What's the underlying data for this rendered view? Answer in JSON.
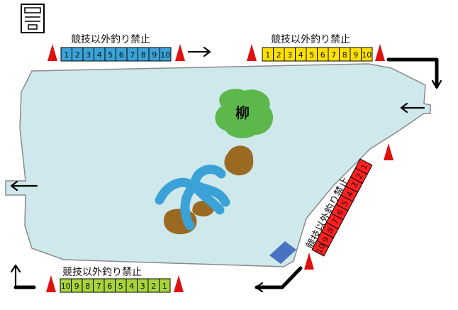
{
  "map": {
    "willow_label": "柳",
    "colors": {
      "pond_fill": "#cfe8ec",
      "pond_stroke": "#8a8a8a",
      "tree_green": "#5cb84a",
      "rock_brown": "#9a6a22",
      "water_plant": "#3aa2d6",
      "cone_red": "#e01010",
      "blue_section": "#3aa3d8",
      "yellow_section": "#ffe000",
      "green_section": "#a8d43a",
      "red_section": "#ff2020"
    },
    "sections": [
      {
        "id": "top-left",
        "label": "競技以外釣り禁止",
        "numbers": [
          "1",
          "2",
          "3",
          "4",
          "5",
          "6",
          "7",
          "8",
          "9",
          "10"
        ],
        "color_key": "blue_section"
      },
      {
        "id": "top-right",
        "label": "競技以外釣り禁止",
        "numbers": [
          "1",
          "2",
          "3",
          "4",
          "5",
          "6",
          "7",
          "8",
          "9",
          "10"
        ],
        "color_key": "yellow_section"
      },
      {
        "id": "bottom-left",
        "label": "競技以外釣り禁止",
        "numbers": [
          "10",
          "9",
          "8",
          "7",
          "6",
          "5",
          "4",
          "3",
          "2",
          "1"
        ],
        "color_key": "green_section"
      },
      {
        "id": "diagonal-right",
        "label": "競技以外釣り禁止",
        "numbers": [
          "10",
          "9",
          "8",
          "7",
          "6",
          "5",
          "4",
          "3",
          "2",
          "1"
        ],
        "color_key": "red_section"
      }
    ],
    "icons": {
      "machine": "vending-machine-icon",
      "arrow": "arrow-icon",
      "cone": "cone-icon"
    }
  }
}
